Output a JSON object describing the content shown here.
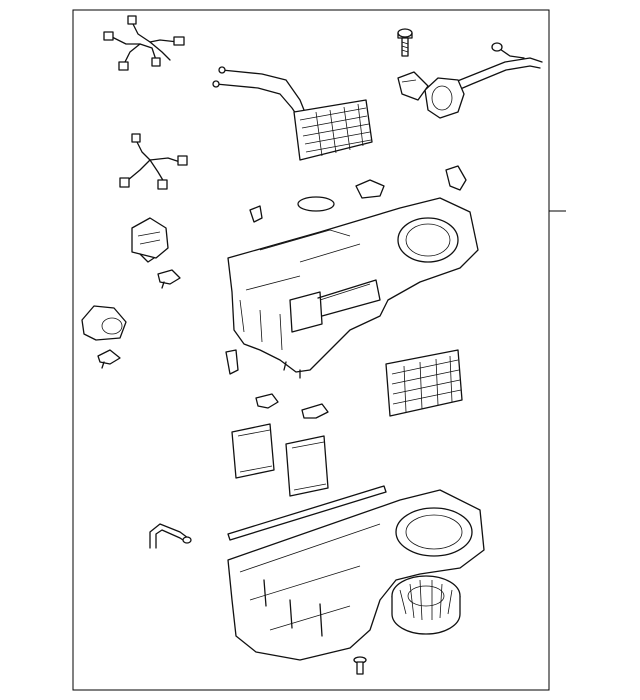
{
  "diagram": {
    "parts": [
      {
        "name": "wire-harness-upper"
      },
      {
        "name": "bolt"
      },
      {
        "name": "blower-motor-actuator-with-cable"
      },
      {
        "name": "heater-core-with-tubes"
      },
      {
        "name": "wire-harness-lower"
      },
      {
        "name": "mode-door-actuator"
      },
      {
        "name": "temperature-sensor"
      },
      {
        "name": "heater-case-upper"
      },
      {
        "name": "door-actuator"
      },
      {
        "name": "clip-small"
      },
      {
        "name": "cabin-air-filter"
      },
      {
        "name": "evaporator-cores"
      },
      {
        "name": "drain-hose"
      },
      {
        "name": "seal-strip"
      },
      {
        "name": "heater-case-lower"
      },
      {
        "name": "blower-motor-fan"
      },
      {
        "name": "screw"
      }
    ],
    "colors": {
      "line": "#111111",
      "background": "#ffffff",
      "frame": "#000000"
    }
  }
}
